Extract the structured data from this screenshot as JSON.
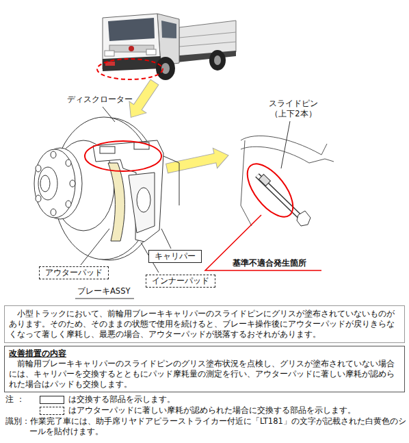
{
  "diagram": {
    "nodes": [
      {
        "text": [
          "キャリパー"
        ]
      },
      {
        "text": [
          "アウターパッド"
        ]
      },
      {
        "text": [
          "インナーパッド"
        ]
      },
      {
        "text": [
          "小型トラックにおいて、前輪用ブレーキキャリパーのスライドピンにグリスが塗布されていないものがあります。そのため、そのままの状態で使用を続けると、ブレーキ操作後にアウターパッドが戻りきらなくなって著しく摩耗し、最悪の場合、アウターパッドが脱落するおそれがあります。"
        ]
      },
      {
        "text": [
          "改善措置の内容",
          "前輪用ブレーキキャリパーのスライドピンのグリス塗布状況を点検し、グリスが塗布されていない場合には、キャリパーを交換するとともにパッド摩耗量の測定を行い、アウターパッドに著しい摩耗が認められた場合はパッドも交換します。"
        ]
      }
    ],
    "labels": [
      "ディスクローター",
      "スライドピン （上下2本）",
      "ブレーキASSY",
      "基準不適合発生箇所",
      "注 ：",
      "識別：作業完了車には、助手席リヤドアピラーストライカー付近に「LT181」の文字が記載された白黄色のシールを貼付けます。"
    ],
    "legend": [
      {
        "text": "は交換する部品を示します。"
      },
      {
        "text": "はアウターパッドに著しい摩耗が認められた場合に交換する部品を示します。"
      }
    ]
  }
}
